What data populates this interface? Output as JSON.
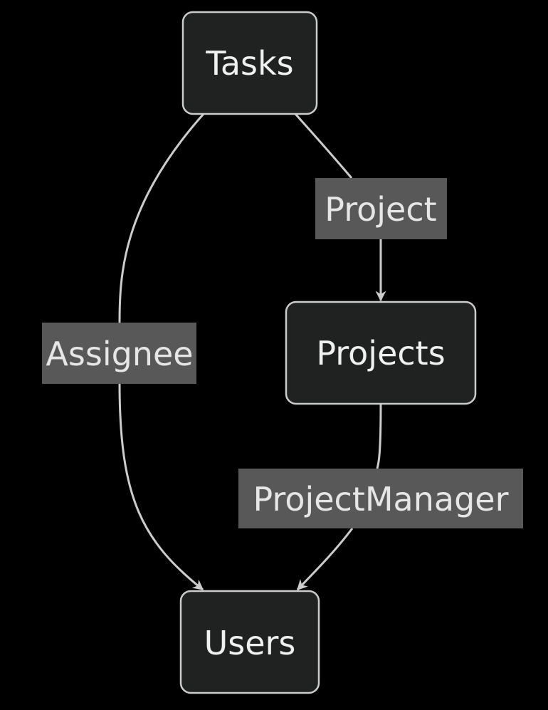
{
  "diagram": {
    "type": "flowchart",
    "direction": "top-down",
    "colors": {
      "background": "#000000",
      "node_fill": "#202222",
      "node_stroke": "#cccccc",
      "edge_stroke": "#cccccc",
      "label_fill": "#585858",
      "text": "#f0f0f0"
    },
    "nodes": [
      {
        "id": "tasks",
        "label": "Tasks"
      },
      {
        "id": "projects",
        "label": "Projects"
      },
      {
        "id": "users",
        "label": "Users"
      }
    ],
    "edges": [
      {
        "from": "tasks",
        "to": "projects",
        "label": "Project"
      },
      {
        "from": "tasks",
        "to": "users",
        "label": "Assignee"
      },
      {
        "from": "projects",
        "to": "users",
        "label": "ProjectManager"
      }
    ]
  }
}
